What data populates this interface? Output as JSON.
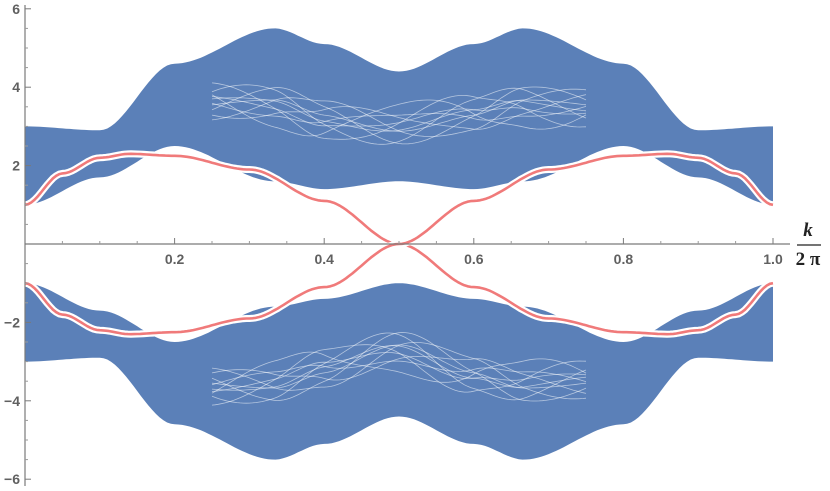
{
  "chart_data": {
    "type": "line",
    "title": "",
    "xlabel": {
      "numerator": "k",
      "denominator": "2 π"
    },
    "ylabel": "",
    "xlim": [
      0,
      1
    ],
    "ylim": [
      -6,
      6
    ],
    "x_ticks": [
      0.2,
      0.4,
      0.6,
      0.8,
      1.0
    ],
    "x_tick_labels": [
      "0.2",
      "0.4",
      "0.6",
      "0.8",
      "1.0"
    ],
    "y_ticks": [
      -6,
      -4,
      -2,
      2,
      4,
      6
    ],
    "y_tick_labels": [
      "−6",
      "−4",
      "−2",
      "2",
      "4",
      "6"
    ],
    "grid": false,
    "legend": "none",
    "colors": {
      "bulk": "#5b80b8",
      "edge": "#f07a7a"
    },
    "series": [
      {
        "role": "bulk-bands-upper",
        "x": [
          0,
          0.1,
          0.2,
          0.3333,
          0.4,
          0.5,
          0.6,
          0.6667,
          0.8,
          0.9,
          1.0
        ],
        "upper_y": [
          3.0,
          2.9,
          4.6,
          5.5,
          5.1,
          4.4,
          5.1,
          5.5,
          4.6,
          2.9,
          3.0
        ],
        "lower_y": [
          1.0,
          1.7,
          2.5,
          1.6,
          1.4,
          1.6,
          1.4,
          1.6,
          2.5,
          1.7,
          1.0
        ]
      },
      {
        "role": "bulk-bands-lower",
        "x": [
          0,
          0.1,
          0.2,
          0.3333,
          0.4,
          0.5,
          0.6,
          0.6667,
          0.8,
          0.9,
          1.0
        ],
        "upper_y": [
          -1.0,
          -1.7,
          -2.5,
          -1.6,
          -1.4,
          -1.0,
          -1.4,
          -1.6,
          -2.5,
          -1.7,
          -1.0
        ],
        "lower_y": [
          -3.0,
          -2.9,
          -4.6,
          -5.5,
          -5.1,
          -4.4,
          -5.1,
          -5.5,
          -4.6,
          -2.9,
          -3.0
        ]
      },
      {
        "role": "edge-state-1",
        "x": [
          0,
          0.05,
          0.1,
          0.14,
          0.2,
          0.3,
          0.4,
          0.5,
          0.6,
          0.7,
          0.8,
          0.86,
          0.9,
          0.95,
          1.0
        ],
        "y": [
          1.0,
          1.8,
          2.2,
          2.3,
          2.25,
          1.9,
          1.1,
          0.0,
          -1.1,
          -1.9,
          -2.25,
          -2.3,
          -2.2,
          -1.8,
          -1.0
        ]
      },
      {
        "role": "edge-state-2",
        "x": [
          0,
          0.05,
          0.1,
          0.14,
          0.2,
          0.3,
          0.4,
          0.5,
          0.6,
          0.7,
          0.8,
          0.86,
          0.9,
          0.95,
          1.0
        ],
        "y": [
          -1.0,
          -1.8,
          -2.2,
          -2.3,
          -2.25,
          -1.9,
          -1.1,
          0.0,
          1.1,
          1.9,
          2.25,
          2.3,
          2.2,
          1.8,
          1.0
        ]
      }
    ]
  }
}
